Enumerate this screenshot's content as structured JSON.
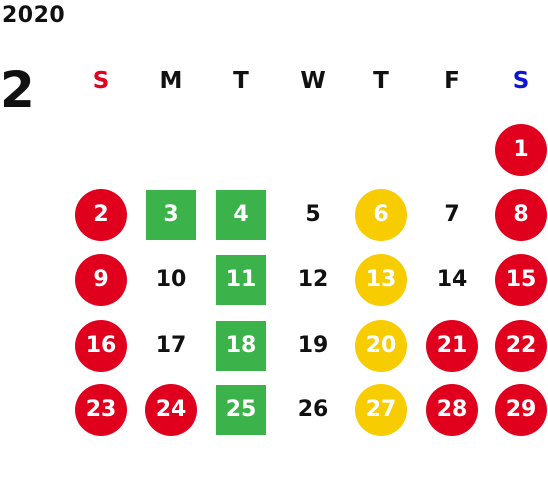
{
  "calendar": {
    "year": "2020",
    "month": "2",
    "weekday_headers": [
      {
        "label": "S",
        "color": "#e4001f"
      },
      {
        "label": "M",
        "color": "#111111"
      },
      {
        "label": "T",
        "color": "#111111"
      },
      {
        "label": "W",
        "color": "#111111"
      },
      {
        "label": "T",
        "color": "#111111"
      },
      {
        "label": "F",
        "color": "#111111"
      },
      {
        "label": "S",
        "color": "#0a14d6"
      }
    ],
    "colors": {
      "holiday_red": "#e0001e",
      "green": "#3bb24a",
      "yellow": "#f7cc00",
      "text": "#111111"
    },
    "weeks": [
      [
        null,
        null,
        null,
        null,
        null,
        null,
        {
          "day": "1",
          "style": "circle",
          "color": "red"
        }
      ],
      [
        {
          "day": "2",
          "style": "circle",
          "color": "red"
        },
        {
          "day": "3",
          "style": "square",
          "color": "green"
        },
        {
          "day": "4",
          "style": "square",
          "color": "green"
        },
        {
          "day": "5",
          "style": "plain"
        },
        {
          "day": "6",
          "style": "circle",
          "color": "yellow"
        },
        {
          "day": "7",
          "style": "plain"
        },
        {
          "day": "8",
          "style": "circle",
          "color": "red"
        }
      ],
      [
        {
          "day": "9",
          "style": "circle",
          "color": "red"
        },
        {
          "day": "10",
          "style": "plain"
        },
        {
          "day": "11",
          "style": "square",
          "color": "green"
        },
        {
          "day": "12",
          "style": "plain"
        },
        {
          "day": "13",
          "style": "circle",
          "color": "yellow"
        },
        {
          "day": "14",
          "style": "plain"
        },
        {
          "day": "15",
          "style": "circle",
          "color": "red"
        }
      ],
      [
        {
          "day": "16",
          "style": "circle",
          "color": "red"
        },
        {
          "day": "17",
          "style": "plain"
        },
        {
          "day": "18",
          "style": "square",
          "color": "green"
        },
        {
          "day": "19",
          "style": "plain"
        },
        {
          "day": "20",
          "style": "circle",
          "color": "yellow"
        },
        {
          "day": "21",
          "style": "circle",
          "color": "red"
        },
        {
          "day": "22",
          "style": "circle",
          "color": "red"
        }
      ],
      [
        {
          "day": "23",
          "style": "circle",
          "color": "red"
        },
        {
          "day": "24",
          "style": "circle",
          "color": "red"
        },
        {
          "day": "25",
          "style": "square",
          "color": "green"
        },
        {
          "day": "26",
          "style": "plain"
        },
        {
          "day": "27",
          "style": "circle",
          "color": "yellow"
        },
        {
          "day": "28",
          "style": "circle",
          "color": "red"
        },
        {
          "day": "29",
          "style": "circle",
          "color": "red"
        }
      ]
    ]
  }
}
